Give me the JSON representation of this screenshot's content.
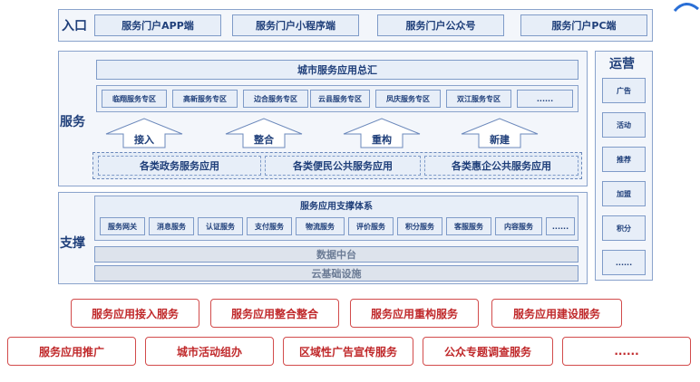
{
  "entry": {
    "label": "入口",
    "items": [
      "服务门户APP端",
      "服务门户小程序端",
      "服务门户公众号",
      "服务门户PC端"
    ]
  },
  "service": {
    "label": "服务",
    "summary": "城市服务应用总汇",
    "zones": [
      "临翔服务专区",
      "高新服务专区",
      "边合服务专区",
      "云县服务专区",
      "凤庆服务专区",
      "双江服务专区",
      "......"
    ],
    "arrows": [
      "接入",
      "整合",
      "重构",
      "新建"
    ],
    "apps": [
      "各类政务服务应用",
      "各类便民公共服务应用",
      "各类惠企公共服务应用"
    ]
  },
  "operation": {
    "label": "运营",
    "items": [
      "广告",
      "活动",
      "推荐",
      "加盟",
      "积分",
      "......"
    ]
  },
  "support": {
    "label": "支撑",
    "system_title": "服务应用支撑体系",
    "services": [
      "服务网关",
      "消息服务",
      "认证服务",
      "支付服务",
      "物流服务",
      "评价服务",
      "积分服务",
      "客服服务",
      "内容服务",
      "......"
    ],
    "data_platform": "数据中台",
    "cloud_infra": "云基础设施"
  },
  "bottom_row1": [
    "服务应用接入服务",
    "服务应用整合整合",
    "服务应用重构服务",
    "服务应用建设服务"
  ],
  "bottom_row2": [
    "服务应用推广",
    "城市活动组办",
    "区域性广告宣传服务",
    "公众专题调查服务",
    "......"
  ]
}
